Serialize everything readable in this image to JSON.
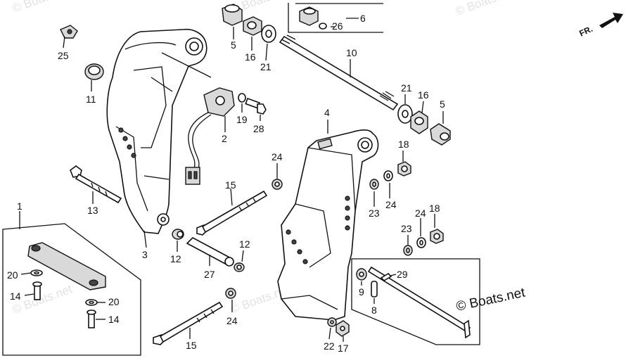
{
  "watermark": "© Boats.net",
  "brand": "© Boats.net",
  "fr_label": "FR.",
  "callouts": {
    "c1": "1",
    "c2": "2",
    "c3": "3",
    "c4": "4",
    "c5a": "5",
    "c5b": "5",
    "c6": "6",
    "c8": "8",
    "c9": "9",
    "c10": "10",
    "c11": "11",
    "c12a": "12",
    "c12b": "12",
    "c13": "13",
    "c14a": "14",
    "c14b": "14",
    "c15a": "15",
    "c15b": "15",
    "c16a": "16",
    "c16b": "16",
    "c17": "17",
    "c18a": "18",
    "c18b": "18",
    "c19": "19",
    "c20a": "20",
    "c20b": "20",
    "c21a": "21",
    "c21b": "21",
    "c22": "22",
    "c23a": "23",
    "c23b": "23",
    "c24a": "24",
    "c24b": "24",
    "c24c": "24",
    "c24d": "24",
    "c25": "25",
    "c26": "26",
    "c27": "27",
    "c28": "28",
    "c29": "29"
  }
}
